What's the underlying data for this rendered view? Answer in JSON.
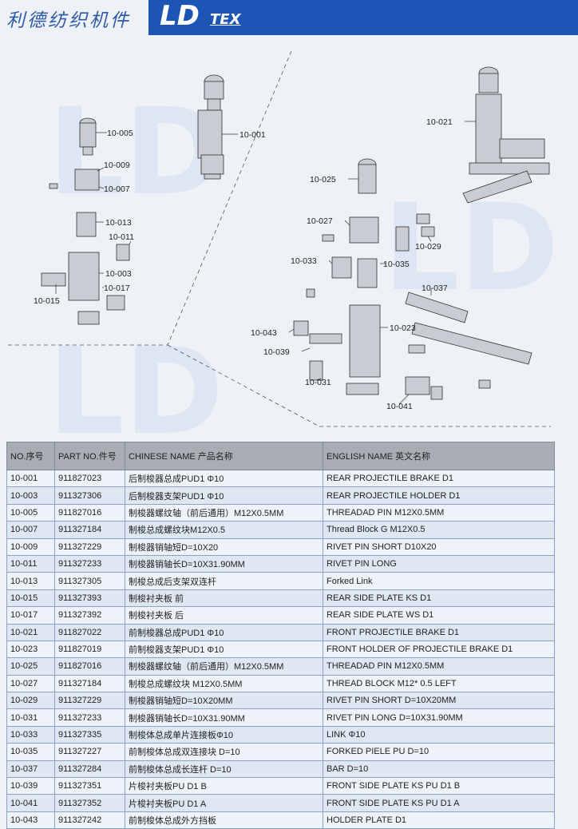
{
  "header": {
    "brand_cn": "利德纺织机件",
    "brand_ld": "LD",
    "brand_tex": "TEX"
  },
  "diagram": {
    "watermark": "LD",
    "labels": {
      "p10_005": "10-005",
      "p10_001": "10-001",
      "p10_009": "10-009",
      "p10_007": "10-007",
      "p10_013": "10-013",
      "p10_011": "10-011",
      "p10_003": "10-003",
      "p10_017": "10-017",
      "p10_015": "10-015",
      "p10_021": "10-021",
      "p10_025": "10-025",
      "p10_027": "10-027",
      "p10_029": "10-029",
      "p10_033": "10-033",
      "p10_035": "10-035",
      "p10_037": "10-037",
      "p10_023": "10-023",
      "p10_043": "10-043",
      "p10_039": "10-039",
      "p10_031": "10-031",
      "p10_041": "10-041"
    }
  },
  "table": {
    "headers": [
      "NO.序号",
      "PART NO.件号",
      "CHINESE NAME 产品名称",
      "ENGLISH NAME 英文名称"
    ],
    "rows": [
      [
        "10-001",
        "911827023",
        "后制梭器总成PUD1 Φ10",
        "REAR PROJECTILE BRAKE D1"
      ],
      [
        "10-003",
        "911327306",
        "后制梭器支架PUD1 Φ10",
        "REAR PROJECTILE HOLDER D1"
      ],
      [
        "10-005",
        "911827016",
        "制梭器螺纹轴（前后通用）M12X0.5MM",
        "THREADAD PIN M12X0.5MM"
      ],
      [
        "10-007",
        "911327184",
        "制梭总成螺纹块M12X0.5",
        "Thread Block G M12X0.5"
      ],
      [
        "10-009",
        "911327229",
        "制梭器销轴短D=10X20",
        "RIVET PIN SHORT D10X20"
      ],
      [
        "10-011",
        "911327233",
        "制梭器销轴长D=10X31.90MM",
        "RIVET PIN LONG"
      ],
      [
        "10-013",
        "911327305",
        "制梭总成后支架双连杆",
        "Forked Link"
      ],
      [
        "10-015",
        "911327393",
        "制梭衬夹板 前",
        "REAR SIDE PLATE KS D1"
      ],
      [
        "10-017",
        "911327392",
        "制梭衬夹板 后",
        "REAR SIDE PLATE WS D1"
      ],
      [
        "10-021",
        "911827022",
        "前制梭器总成PUD1 Φ10",
        "FRONT PROJECTILE BRAKE D1"
      ],
      [
        "10-023",
        "911827019",
        "前制梭器支架PUD1 Φ10",
        "FRONT HOLDER OF PROJECTILE BRAKE D1"
      ],
      [
        "10-025",
        "911827016",
        "制梭器螺纹轴（前后通用）M12X0.5MM",
        "THREADAD PIN M12X0.5MM"
      ],
      [
        "10-027",
        "911327184",
        "制梭总成螺纹块 M12X0.5MM",
        "THREAD BLOCK M12* 0.5 LEFT"
      ],
      [
        "10-029",
        "911327229",
        "制梭器销轴短D=10X20MM",
        "RIVET PIN SHORT D=10X20MM"
      ],
      [
        "10-031",
        "911327233",
        "制梭器销轴长D=10X31.90MM",
        "RIVET PIN LONG D=10X31.90MM"
      ],
      [
        "10-033",
        "911327335",
        "制梭体总成单片连接板Φ10",
        "LINK Φ10"
      ],
      [
        "10-035",
        "911327227",
        "前制梭体总成双连接块 D=10",
        "FORKED PIELE PU D=10"
      ],
      [
        "10-037",
        "911327284",
        "前制梭体总成长连杆 D=10",
        "BAR D=10"
      ],
      [
        "10-039",
        "911327351",
        "片梭衬夹板PU D1 B",
        "FRONT SIDE PLATE KS PU D1 B"
      ],
      [
        "10-041",
        "911327352",
        "片梭衬夹板PU D1 A",
        "FRONT SIDE PLATE KS PU D1 A"
      ],
      [
        "10-043",
        "911327242",
        "前制梭体总成外方挡板",
        "HOLDER PLATE D1"
      ]
    ]
  }
}
